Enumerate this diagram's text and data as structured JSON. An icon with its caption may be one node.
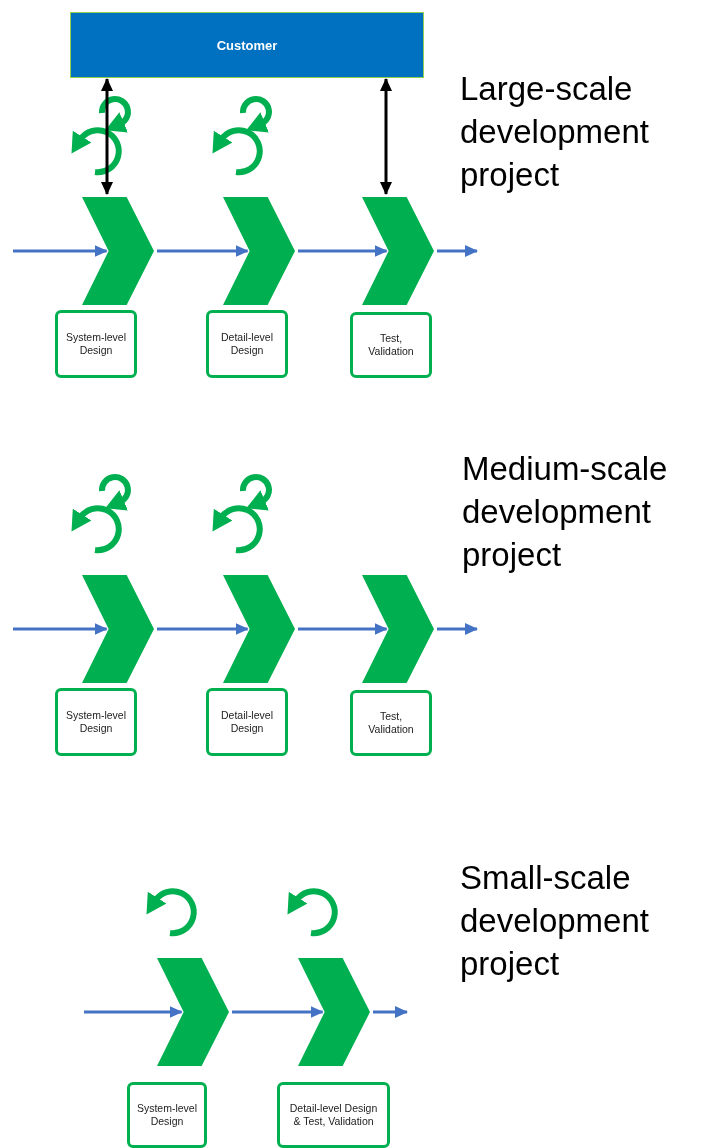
{
  "diagram": {
    "nodes": [
      {
        "text": [
          "Customer"
        ]
      },
      {
        "text": [],
        "shape": "chevron"
      },
      {
        "text": [],
        "shape": "chevron"
      },
      {
        "text": [],
        "shape": "chevron"
      },
      {
        "text": [
          "System-level Design"
        ]
      },
      {
        "text": [
          "Detail-level Design"
        ]
      },
      {
        "text": [
          "Test, Validation"
        ]
      },
      {
        "text": [],
        "shape": "chevron"
      },
      {
        "text": [],
        "shape": "chevron"
      },
      {
        "text": [],
        "shape": "chevron"
      },
      {
        "text": [
          "System-level Design"
        ]
      },
      {
        "text": [
          "Detail-level Design"
        ]
      },
      {
        "text": [
          "Test, Validation"
        ]
      },
      {
        "text": [],
        "shape": "chevron"
      },
      {
        "text": [],
        "shape": "chevron"
      },
      {
        "text": [
          "System-level Design"
        ]
      },
      {
        "text": [
          "Detail-level Design & Test, Validation"
        ]
      }
    ],
    "edges": [
      {
        "from": null,
        "to": 1,
        "arrow": "to"
      },
      {
        "from": 1,
        "to": 2,
        "arrow": "to"
      },
      {
        "from": 2,
        "to": 3,
        "arrow": "to"
      },
      {
        "from": 3,
        "to": null,
        "arrow": "to"
      },
      {
        "from": 0,
        "to": 1,
        "arrow": "both",
        "color": "#000000"
      },
      {
        "from": 0,
        "to": 3,
        "arrow": "both",
        "color": "#000000"
      },
      {
        "from": null,
        "to": 7,
        "arrow": "to"
      },
      {
        "from": 7,
        "to": 8,
        "arrow": "to"
      },
      {
        "from": 8,
        "to": 9,
        "arrow": "to"
      },
      {
        "from": 9,
        "to": null,
        "arrow": "to"
      },
      {
        "from": null,
        "to": 13,
        "arrow": "to"
      },
      {
        "from": 13,
        "to": 14,
        "arrow": "to"
      },
      {
        "from": 14,
        "to": null,
        "arrow": "to"
      }
    ],
    "labels": [
      "Large-scale development project",
      "Medium-scale development project",
      "Small-scale development project"
    ]
  }
}
